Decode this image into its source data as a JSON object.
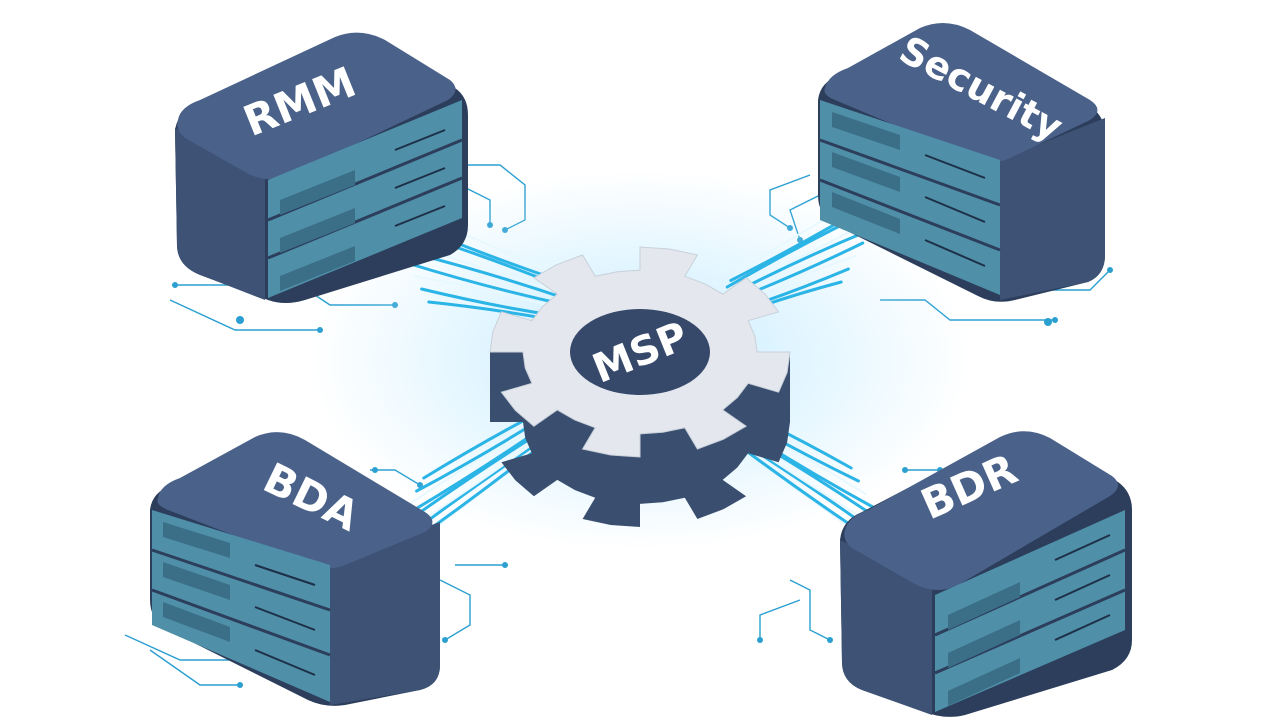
{
  "hub": {
    "label": "MSP"
  },
  "servers": {
    "rmm": {
      "label": "RMM"
    },
    "security": {
      "label": "Security"
    },
    "bda": {
      "label": "BDA"
    },
    "bdr": {
      "label": "BDR"
    }
  },
  "colors": {
    "server_body": "#3d5274",
    "server_top": "#4a628a",
    "server_dark": "#2c3e5c",
    "rack_face": "#4f8fa8",
    "rack_slot": "#3b6f88",
    "gear_top": "#e4e8ee",
    "gear_side": "#3a4f70",
    "badge": "#36496a",
    "cable": "#2bb4e6",
    "trace": "#2a9fd0"
  }
}
